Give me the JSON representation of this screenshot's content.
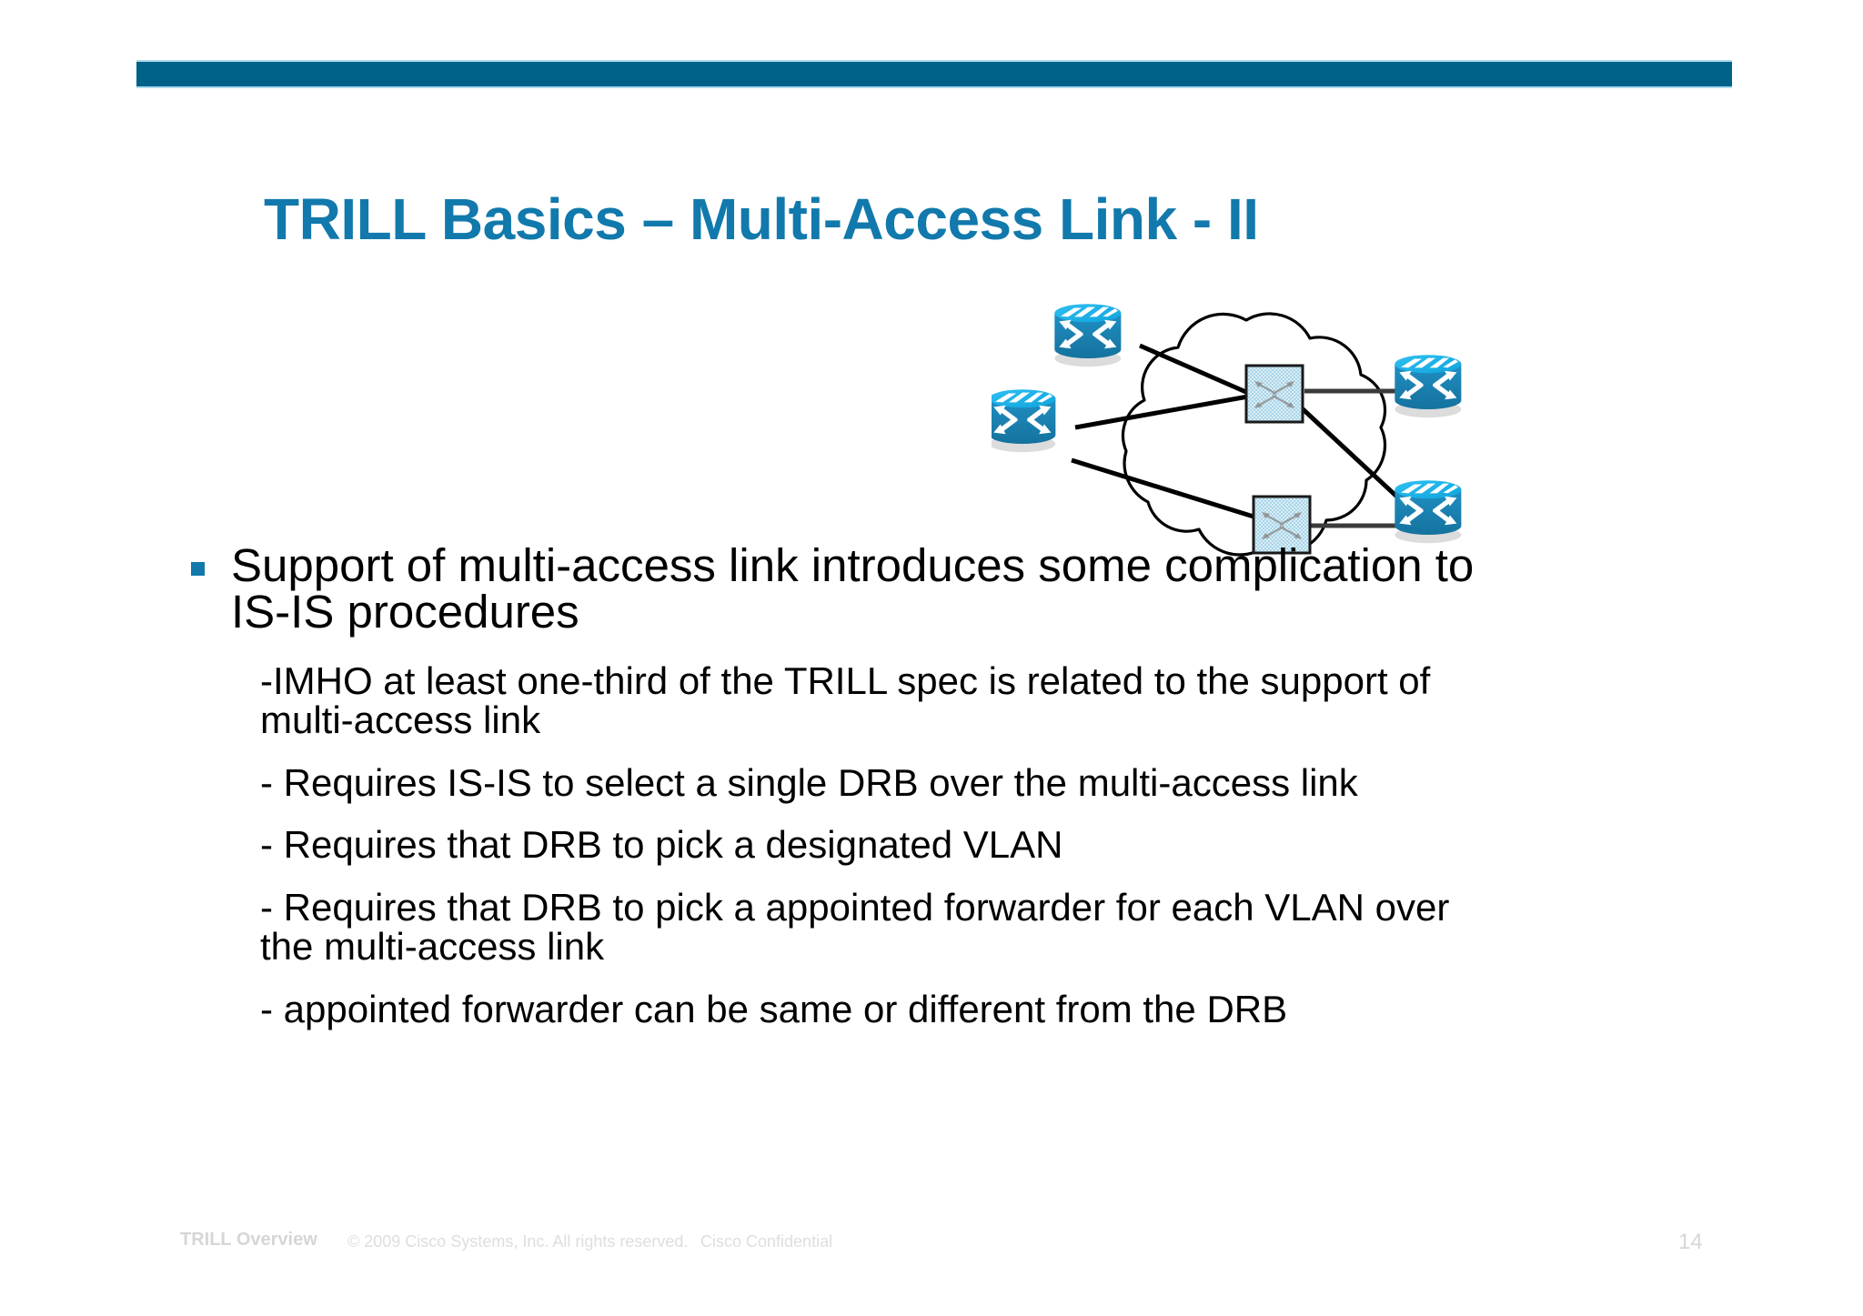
{
  "slide": {
    "title": "TRILL Basics – Multi-Access Link - II",
    "accent_color": "#1179ac",
    "bar_color": "#006189",
    "page_number": "14"
  },
  "content": {
    "bullets": [
      {
        "level": 1,
        "marker": "square-bullet",
        "text": "Support of multi-access link introduces some complication to IS-IS procedures"
      },
      {
        "level": 2,
        "text": "-IMHO at least one-third of the TRILL spec is related to the support of multi-access link"
      },
      {
        "level": 2,
        "text": "- Requires IS-IS to select a single DRB over the multi-access link"
      },
      {
        "level": 2,
        "text": "- Requires that DRB to pick a designated VLAN"
      },
      {
        "level": 2,
        "text": "- Requires that DRB to pick a appointed forwarder for each VLAN over the multi-access link"
      },
      {
        "level": 2,
        "text": "- appointed forwarder can be same or different from the DRB"
      }
    ]
  },
  "diagram": {
    "name": "trill-multi-access-topology",
    "cloud_label": "",
    "switch_color": "#1c86b8",
    "switch_top_color": "#29b6ea",
    "faded_switch_fill": "#c5e3f0",
    "nodes": [
      {
        "id": "rb-top-left",
        "type": "switch",
        "position": "top-left"
      },
      {
        "id": "rb-mid-left",
        "type": "switch",
        "position": "middle-left"
      },
      {
        "id": "rb-top-right",
        "type": "switch",
        "position": "top-right"
      },
      {
        "id": "rb-bottom-right",
        "type": "switch",
        "position": "bottom-right"
      },
      {
        "id": "core-upper",
        "type": "faded-switch",
        "position": "cloud-upper"
      },
      {
        "id": "core-lower",
        "type": "faded-switch",
        "position": "cloud-lower"
      }
    ],
    "links": [
      {
        "from": "rb-top-left",
        "to": "core-upper"
      },
      {
        "from": "rb-mid-left",
        "to": "core-upper"
      },
      {
        "from": "rb-mid-left",
        "to": "core-lower"
      },
      {
        "from": "core-upper",
        "to": "rb-top-right"
      },
      {
        "from": "core-upper",
        "to": "rb-bottom-right"
      },
      {
        "from": "core-lower",
        "to": "rb-bottom-right"
      }
    ]
  },
  "footer": {
    "deck_title": "TRILL Overview",
    "copyright": "© 2009 Cisco Systems, Inc. All rights reserved.",
    "confidentiality": "Cisco Confidential"
  }
}
